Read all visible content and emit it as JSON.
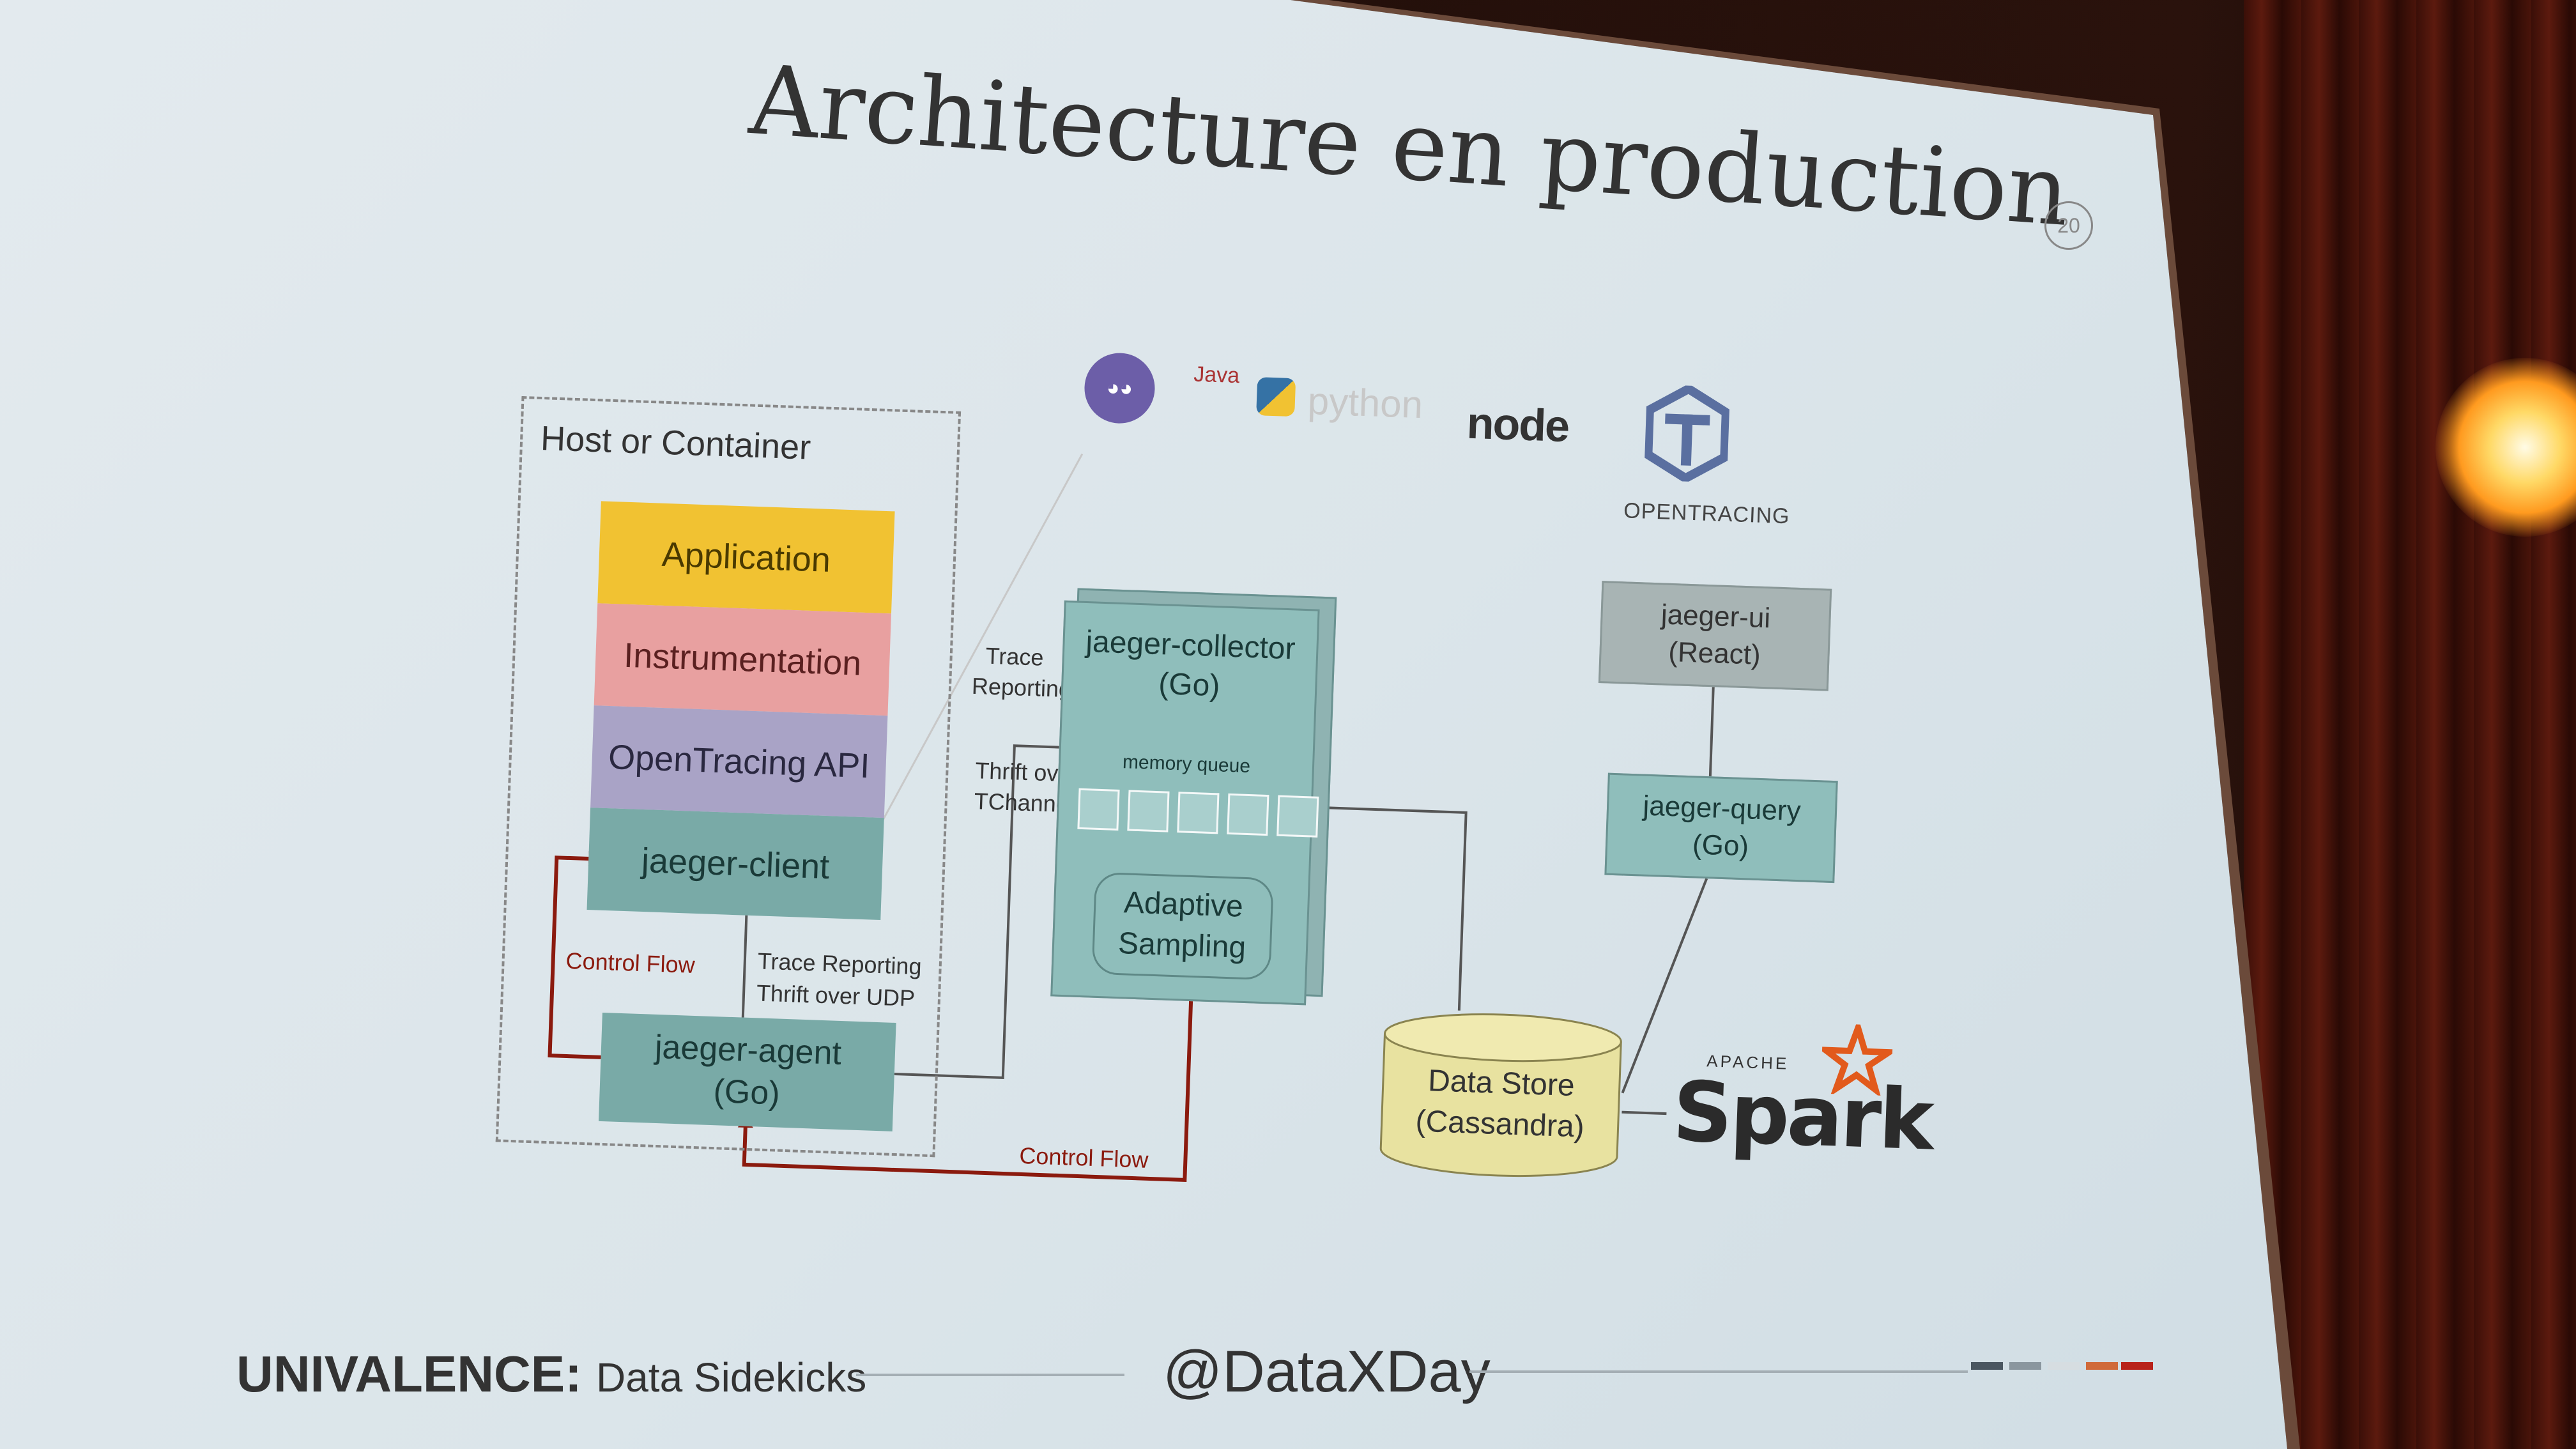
{
  "slide": {
    "title": "Architecture en production",
    "page_number": "20"
  },
  "diagram": {
    "host_label": "Host or Container",
    "layers": {
      "application": "Application",
      "instrumentation": "Instrumentation",
      "opentracing_api": "OpenTracing API",
      "jaeger_client": "jaeger-client"
    },
    "agent": {
      "line1": "jaeger-agent",
      "line2": "(Go)"
    },
    "labels": {
      "control_flow_left": "Control Flow",
      "trace_reporting_udp_1": "Trace Reporting",
      "trace_reporting_udp_2": "Thrift over UDP",
      "trace_reporting_1": "Trace",
      "trace_reporting_2": "Reporting",
      "thrift_tchannel_1": "Thrift over",
      "thrift_tchannel_2": "TChannel",
      "control_flow_bottom": "Control Flow"
    },
    "collector": {
      "line1": "jaeger-collector",
      "line2": "(Go)",
      "queue_label": "memory queue",
      "sampling_line1": "Adaptive",
      "sampling_line2": "Sampling"
    },
    "ui": {
      "line1": "jaeger-ui",
      "line2": "(React)"
    },
    "query": {
      "line1": "jaeger-query",
      "line2": "(Go)"
    },
    "datastore": {
      "line1": "Data Store",
      "line2": "(Cassandra)"
    },
    "spark": {
      "apache": "APACHE",
      "word": "Spark"
    },
    "logos": {
      "java": "Java",
      "python": "python",
      "node": "node",
      "opentracing": "OPENTRACING"
    }
  },
  "footer": {
    "brand": "UNIVALENCE:",
    "brand_tagline": "Data Sidekicks",
    "handle": "@DataXDay"
  },
  "colors": {
    "application": "#f1c232",
    "instrumentation": "#e8a0a0",
    "opentracing_api": "#a9a3c6",
    "jaeger_teal": "#79aaa7",
    "control_flow_red": "#8b1a0e",
    "datastore_yellow": "#e8e2a0"
  }
}
